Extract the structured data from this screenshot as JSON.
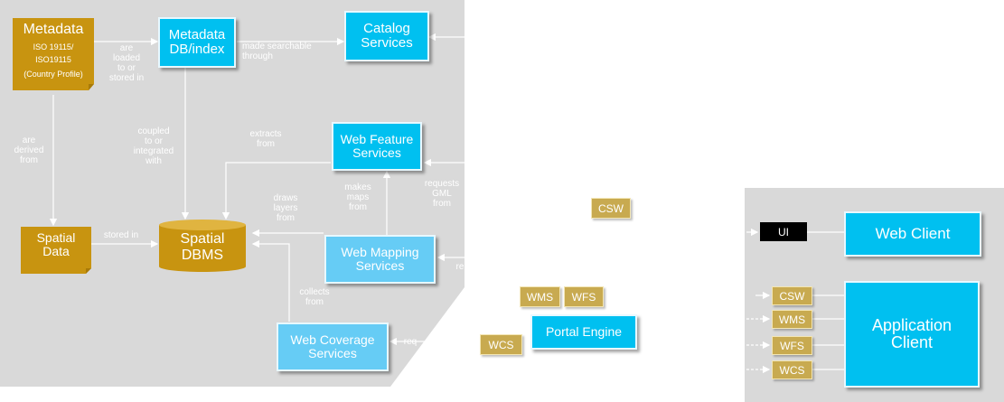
{
  "metadata_box": {
    "title": "Metadata",
    "line1": "ISO 19115/",
    "line2": "ISO19115",
    "line3": "(Country Profile)"
  },
  "nodes": {
    "metadata_db": "Metadata\nDB/index",
    "catalog_services": "Catalog\nServices",
    "web_feature_services": "Web Feature\nServices",
    "web_mapping_services": "Web Mapping\nServices",
    "web_coverage_services": "Web Coverage\nServices",
    "spatial_data": "Spatial\nData",
    "spatial_dbms": "Spatial\nDBMS",
    "portal_engine": "Portal Engine",
    "web_client": "Web Client",
    "application_client": "Application\nClient"
  },
  "edge_labels": {
    "loaded_to": "are\nloaded\nto or\nstored in",
    "searchable": "made searchable\nthrough",
    "derived_from": "are\nderived\nfrom",
    "coupled": "coupled\nto or\nintegrated\nwith",
    "extracts_from": "extracts\nfrom",
    "stored_in": "stored in",
    "draws_layers": "draws\nlayers\nfrom",
    "makes_maps": "makes\nmaps\nfrom",
    "requests_gml": "requests\nGML\nfrom",
    "collects_from": "collects\nfrom",
    "wms_req": "re",
    "wcs_req": "req"
  },
  "tags": {
    "csw_middle": "CSW",
    "wms_middle": "WMS",
    "wfs_middle": "WFS",
    "wcs_middle": "WCS",
    "ui": "UI",
    "csw_client": "CSW",
    "wms_client": "WMS",
    "wfs_client": "WFS",
    "wcs_client": "WCS"
  },
  "colors": {
    "panel": "#d9d9d9",
    "service_cyan": "#00c0f0",
    "service_light_blue": "#66ccf5",
    "data_gold": "#c89410",
    "tag_khaki": "#c8aa50",
    "ui_black": "#000000"
  }
}
